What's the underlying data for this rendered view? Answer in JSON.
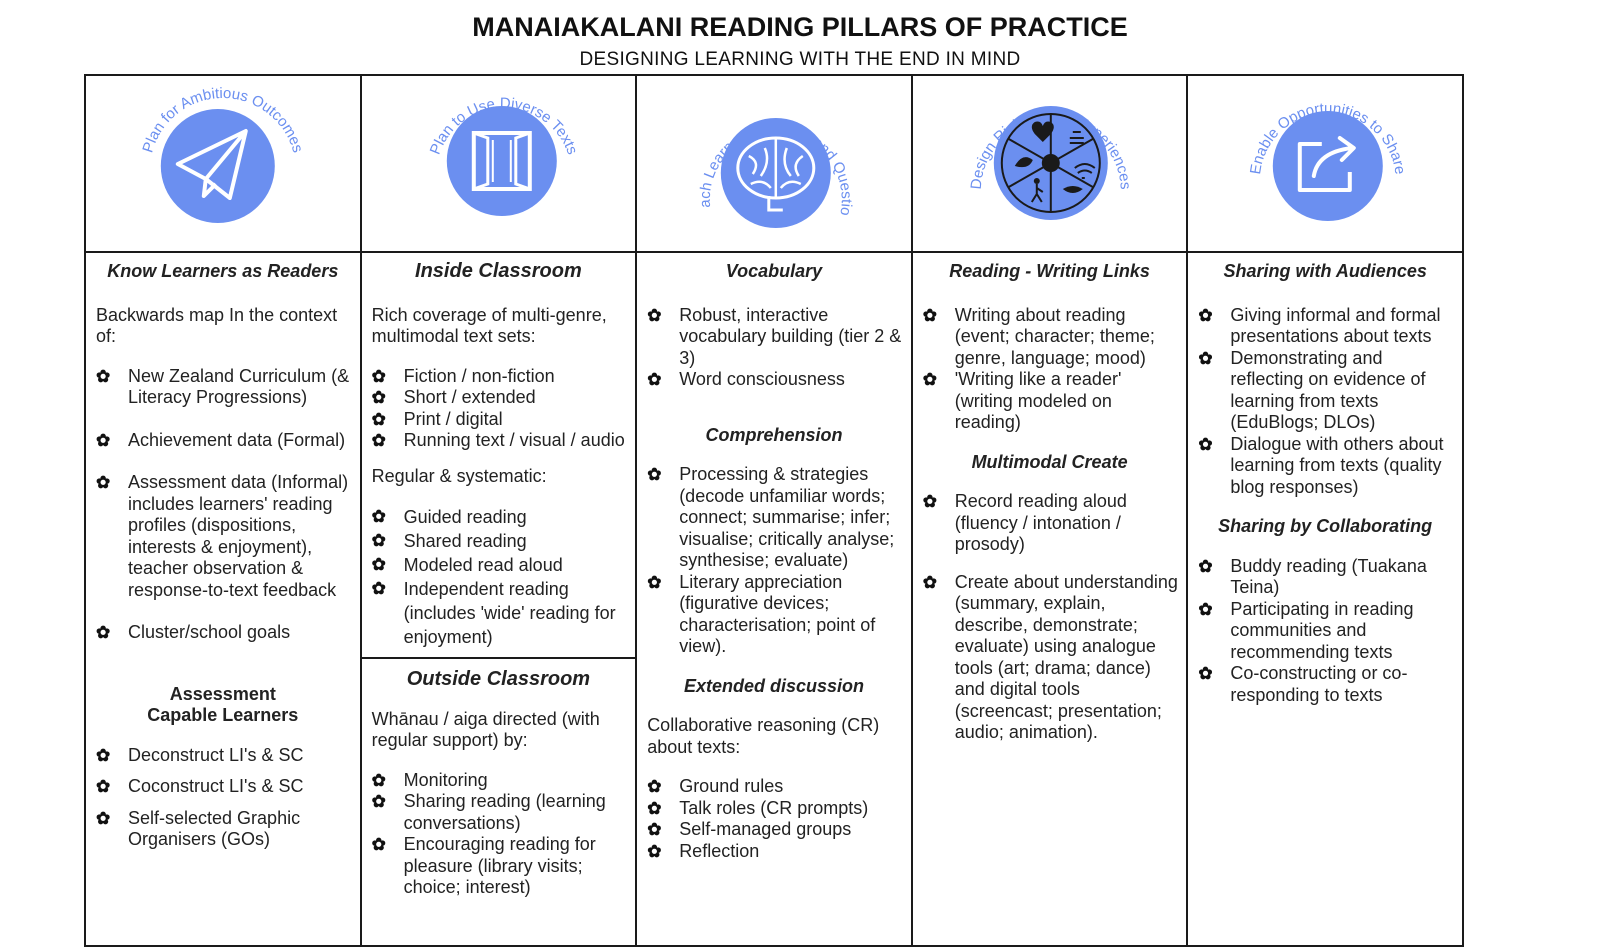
{
  "header": {
    "title": "MANAIAKALANI READING PILLARS OF PRACTICE",
    "subtitle": "DESIGNING LEARNING WITH THE END IN MIND"
  },
  "icons": [
    {
      "label": "Plan for Ambitious Outcomes",
      "icon": "paper-plane-icon"
    },
    {
      "label": "Plan to Use Diverse Texts",
      "icon": "open-window-icon"
    },
    {
      "label": "Teach Learners to Think and Question",
      "icon": "brain-icon"
    },
    {
      "label": "Design Rich Create Experiences",
      "icon": "create-wheel-icon"
    },
    {
      "label": "Enable Opportunities to Share",
      "icon": "share-arrow-icon"
    }
  ],
  "theme": {
    "accent": "#6b8ff0",
    "border": "#1a1a1a"
  },
  "col1": {
    "heading": "Know Learners as Readers",
    "intro": "Backwards map In the context of:",
    "items": [
      "New Zealand Curriculum (& Literacy Progressions)",
      "Achievement data (Formal)",
      "Assessment data (Informal) includes learners' reading profiles (dispositions, interests & enjoyment), teacher observation & response-to-text feedback",
      "Cluster/school goals"
    ],
    "heading2": "Assessment Capable Learners",
    "items2": [
      "Deconstruct LI's & SC",
      "Coconstruct LI's & SC",
      "Self-selected Graphic Organisers (GOs)"
    ]
  },
  "col2": {
    "heading": "Inside Classroom",
    "intro": "Rich coverage of multi-genre, multimodal text sets:",
    "items": [
      "Fiction / non-fiction",
      "Short / extended",
      "Print / digital",
      "Running text / visual / audio"
    ],
    "intro2": "Regular & systematic:",
    "items2": [
      "Guided reading",
      "Shared reading",
      "Modeled read aloud",
      "Independent reading (includes 'wide' reading for enjoyment)"
    ],
    "heading2": "Outside Classroom",
    "intro3": "Whānau / aiga directed (with regular support) by:",
    "items3": [
      "Monitoring",
      "Sharing reading (learning conversations)",
      "Encouraging reading for pleasure (library visits; choice; interest)"
    ]
  },
  "col3": {
    "heading": "Vocabulary",
    "items": [
      "Robust, interactive vocabulary building (tier 2 & 3)",
      "Word consciousness"
    ],
    "heading2": "Comprehension",
    "items2": [
      "Processing & strategies (decode unfamiliar words; connect; summarise; infer; visualise; critically analyse; synthesise; evaluate)",
      "Literary appreciation (figurative devices; characterisation; point of view)."
    ],
    "heading3": "Extended discussion",
    "intro3": "Collaborative reasoning (CR) about texts:",
    "items3": [
      "Ground rules",
      "Talk roles (CR prompts)",
      "Self-managed groups",
      "Reflection"
    ]
  },
  "col4": {
    "heading": "Reading - Writing Links",
    "items": [
      "Writing about reading (event; character; theme; genre, language; mood)",
      "'Writing like a reader' (writing modeled on reading)"
    ],
    "heading2": "Multimodal Create",
    "items2": [
      "Record reading aloud (fluency / intonation / prosody)",
      "Create about understanding (summary, explain, describe, demonstrate; evaluate) using analogue tools (art; drama; dance) and digital tools (screencast; presentation; audio; animation)."
    ]
  },
  "col5": {
    "heading": "Sharing with Audiences",
    "items": [
      "Giving informal and formal presentations about texts",
      "Demonstrating and reflecting on evidence of learning from texts (EduBlogs; DLOs)",
      "Dialogue with others about learning from texts (quality blog responses)"
    ],
    "heading2": "Sharing by Collaborating",
    "items2": [
      "Buddy reading (Tuakana Teina)",
      "Participating in reading communities and recommending texts",
      "Co-constructing or co-responding to texts"
    ]
  }
}
